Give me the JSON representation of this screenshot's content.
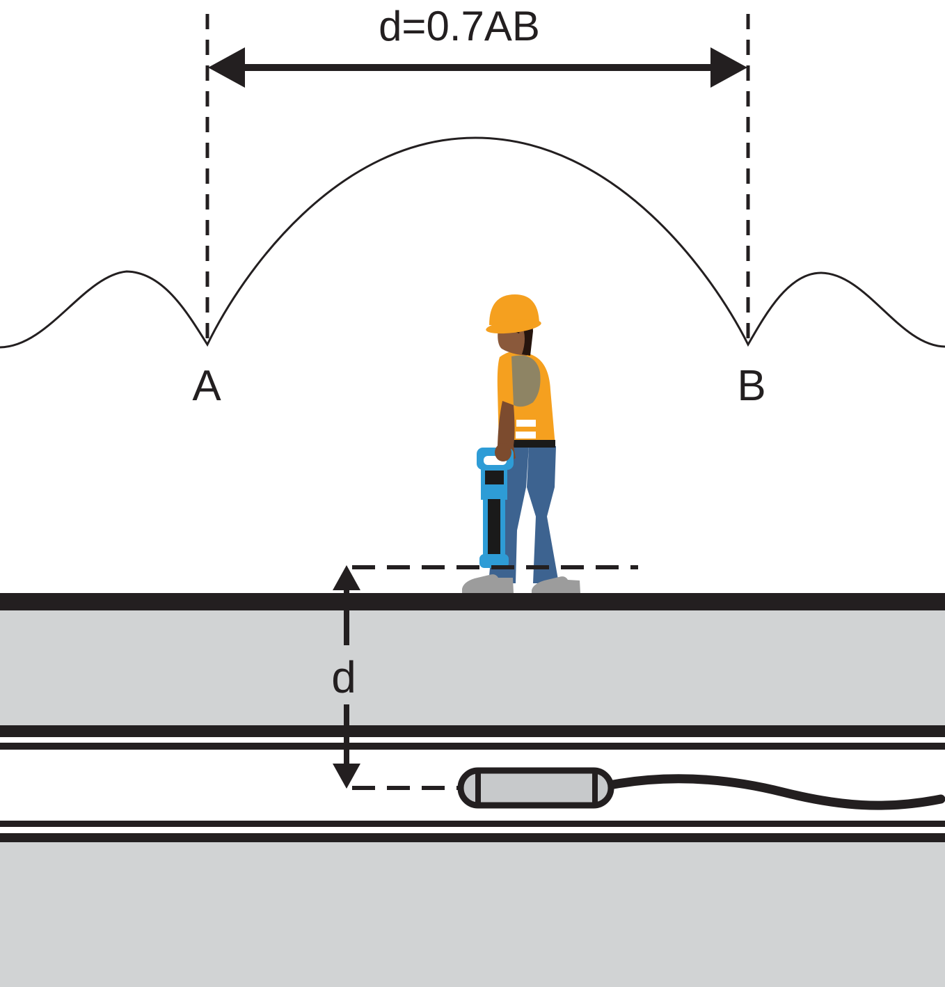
{
  "labels": {
    "distance_formula": "d=0.7AB",
    "null_a": "A",
    "null_b": "B",
    "depth": "d"
  },
  "colors": {
    "background": "#FFFFFF",
    "ink": "#231F20",
    "soil_gray": "#D1D3D4",
    "sonde_gray": "#C7C9CB",
    "safety_orange": "#F5A01F",
    "sleeve_khaki": "#8E8464",
    "skin": "#8A593B",
    "skin_shadow": "#7C4B2E",
    "hair": "#26150E",
    "jeans_blue": "#3D6390",
    "device_blue": "#2E9CD6",
    "device_dark": "#1A1A1A",
    "shoe_gray": "#9C9C9C",
    "stripe_white": "#FFFFFF"
  }
}
